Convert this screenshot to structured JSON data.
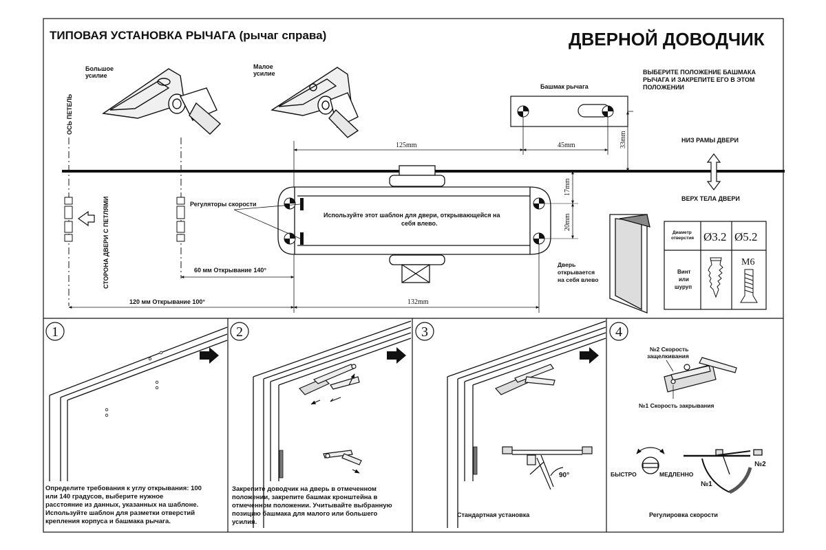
{
  "title_left": "ТИПОВАЯ УСТАНОВКА РЫЧАГА (рычаг справа)",
  "title_right": "ДВЕРНОЙ ДОВОДЧИК",
  "arm_big": [
    "Большое",
    "усилие"
  ],
  "arm_small": [
    "Малое",
    "усилие"
  ],
  "hinge_axis": "ОСЬ ПЕТЕЛЬ",
  "hinge_side": "СТОРОНА ДВЕРИ С ПЕТЛЯМИ",
  "shoe_label": "Башмак рычага",
  "select_note": [
    "ВЫБЕРИТЕ ПОЛОЖЕНИЕ БАШМАКА",
    "РЫЧАГА И ЗАКРЕПИТЕ ЕГО В ЭТОМ",
    "ПОЛОЖЕНИИ"
  ],
  "dim_125": "125mm",
  "dim_45": "45mm",
  "dim_33": "33mm",
  "dim_17": "17mm",
  "dim_20": "20mm",
  "dim_132": "132mm",
  "frame_bottom": "НИЗ РАМЫ ДВЕРИ",
  "door_top": "ВЕРХ ТЕЛА ДВЕРИ",
  "speed_regs": "Регуляторы скорости",
  "template_note": [
    "Используйте этот шаблон для двери, открывающейся на",
    "себя влево."
  ],
  "dim_60": "60 мм   Открывание 140°",
  "dim_120": "120 мм   Открывание 100°",
  "door_opens": [
    "Дверь",
    "открывается",
    "на себя влево"
  ],
  "screw_table": {
    "hole_label": [
      "Диаметр",
      "отверстия"
    ],
    "d1": "Ø3.2",
    "d2": "Ø5.2",
    "screw_label": [
      "Винт",
      "или",
      "шуруп"
    ],
    "m6": "M6"
  },
  "steps": [
    {
      "num": "1",
      "text": [
        "Определите требования к углу открывания: 100",
        "или 140 градусов, выберите нужное",
        "расстояние из данных, указанных на шаблоне.",
        "Используйте шаблон для разметки отверстий",
        "крепления корпуса и башмака рычага."
      ]
    },
    {
      "num": "2",
      "text": [
        "Закрепите доводчик на дверь в отмеченном",
        "положении, закрепите башмак кронштейна в",
        "отмеченном положении. Учитывайте выбранную",
        "позицию башмака для малого или большего",
        "усилия."
      ]
    },
    {
      "num": "3",
      "caption": "Стандартная установка",
      "angle": "90°"
    },
    {
      "num": "4",
      "caption": "Регулировка скорости",
      "speed2": [
        "№2 Скорость",
        "защелкивания"
      ],
      "speed1": "№1 Скорость закрывания",
      "fast": "БЫСТРО",
      "slow": "МЕДЛЕННО",
      "n1": "№1",
      "n2": "№2"
    }
  ]
}
